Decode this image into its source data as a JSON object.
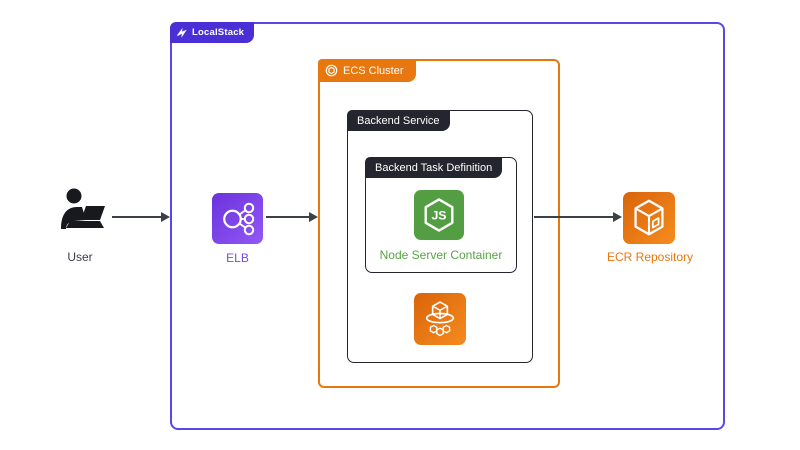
{
  "containers": {
    "localstack": {
      "label": "LocalStack"
    },
    "ecs_cluster": {
      "label": "ECS Cluster"
    },
    "backend_service": {
      "label": "Backend Service"
    },
    "backend_task_definition": {
      "label": "Backend Task Definition"
    }
  },
  "nodes": {
    "user": {
      "label": "User",
      "icon": "user-at-laptop-icon"
    },
    "elb": {
      "label": "ELB",
      "icon": "elastic-load-balancer-icon"
    },
    "node_server": {
      "label": "Node Server Container",
      "icon": "nodejs-icon"
    },
    "ecs_service": {
      "icon": "ecs-containers-icon"
    },
    "ecr": {
      "label": "ECR Repository",
      "icon": "ecr-cube-icon"
    }
  },
  "colors": {
    "purple_border": "#5749E5",
    "localstack_bg": "#4A2ED6",
    "orange": "#E8770F",
    "dark": "#23262E",
    "node_green": "#539E43",
    "node_text": "#57A544",
    "arrow": "#3C4047",
    "elb_text": "#7B48E8",
    "label_dark": "#3A3F47"
  }
}
